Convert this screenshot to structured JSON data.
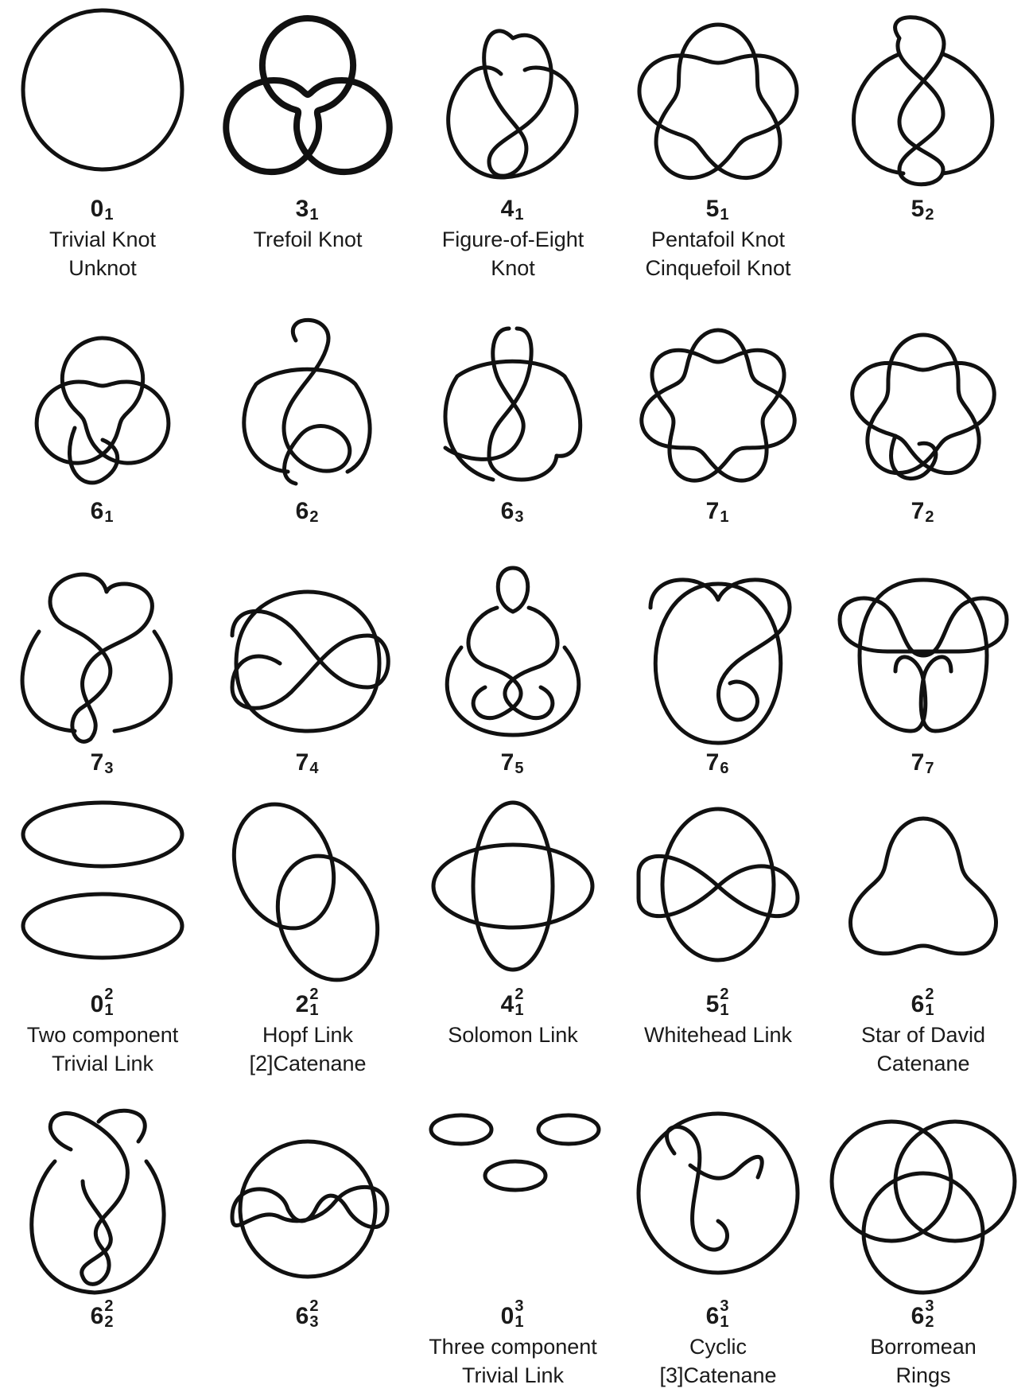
{
  "knots": [
    {
      "main": "0",
      "sub": "1",
      "sup": "",
      "names": [
        "Trivial Knot",
        "Unknot"
      ],
      "shape": "circle"
    },
    {
      "main": "3",
      "sub": "1",
      "sup": "",
      "names": [
        "Trefoil Knot"
      ],
      "shape": "trefoil"
    },
    {
      "main": "4",
      "sub": "1",
      "sup": "",
      "names": [
        "Figure-of-Eight",
        "Knot"
      ],
      "shape": "figure8"
    },
    {
      "main": "5",
      "sub": "1",
      "sup": "",
      "names": [
        "Pentafoil Knot",
        "Cinquefoil Knot"
      ],
      "shape": "pentafoil"
    },
    {
      "main": "5",
      "sub": "2",
      "sup": "",
      "names": [],
      "shape": "twist3"
    },
    {
      "main": "6",
      "sub": "1",
      "sup": "",
      "names": [],
      "shape": "twist4"
    },
    {
      "main": "6",
      "sub": "2",
      "sup": "",
      "names": [],
      "shape": "knot62"
    },
    {
      "main": "6",
      "sub": "3",
      "sup": "",
      "names": [],
      "shape": "knot63"
    },
    {
      "main": "7",
      "sub": "1",
      "sup": "",
      "names": [],
      "shape": "heptafoil"
    },
    {
      "main": "7",
      "sub": "2",
      "sup": "",
      "names": [],
      "shape": "twist5"
    },
    {
      "main": "7",
      "sub": "3",
      "sup": "",
      "names": [],
      "shape": "knot73"
    },
    {
      "main": "7",
      "sub": "4",
      "sup": "",
      "names": [],
      "shape": "knot74"
    },
    {
      "main": "7",
      "sub": "5",
      "sup": "",
      "names": [],
      "shape": "knot75"
    },
    {
      "main": "7",
      "sub": "6",
      "sup": "",
      "names": [],
      "shape": "knot76"
    },
    {
      "main": "7",
      "sub": "7",
      "sup": "",
      "names": [],
      "shape": "knot77"
    },
    {
      "main": "0",
      "sub": "1",
      "sup": "2",
      "names": [
        "Two component",
        "Trivial Link"
      ],
      "shape": "two-ellipses"
    },
    {
      "main": "2",
      "sub": "1",
      "sup": "2",
      "names": [
        "Hopf Link",
        "[2]Catenane"
      ],
      "shape": "hopf"
    },
    {
      "main": "4",
      "sub": "1",
      "sup": "2",
      "names": [
        "Solomon Link"
      ],
      "shape": "solomon"
    },
    {
      "main": "5",
      "sub": "1",
      "sup": "2",
      "names": [
        "Whitehead Link"
      ],
      "shape": "whitehead"
    },
    {
      "main": "6",
      "sub": "1",
      "sup": "2",
      "names": [
        "Star of David",
        "Catenane"
      ],
      "shape": "star-david"
    },
    {
      "main": "6",
      "sub": "2",
      "sup": "2",
      "names": [],
      "shape": "link622"
    },
    {
      "main": "6",
      "sub": "3",
      "sup": "2",
      "names": [],
      "shape": "link632"
    },
    {
      "main": "0",
      "sub": "1",
      "sup": "3",
      "names": [
        "Three component",
        "Trivial Link"
      ],
      "shape": "three-ellipses"
    },
    {
      "main": "6",
      "sub": "1",
      "sup": "3",
      "names": [
        "Cyclic",
        "[3]Catenane"
      ],
      "shape": "cyclic3"
    },
    {
      "main": "6",
      "sub": "2",
      "sup": "3",
      "names": [
        "Borromean",
        "Rings"
      ],
      "shape": "borromean"
    }
  ]
}
